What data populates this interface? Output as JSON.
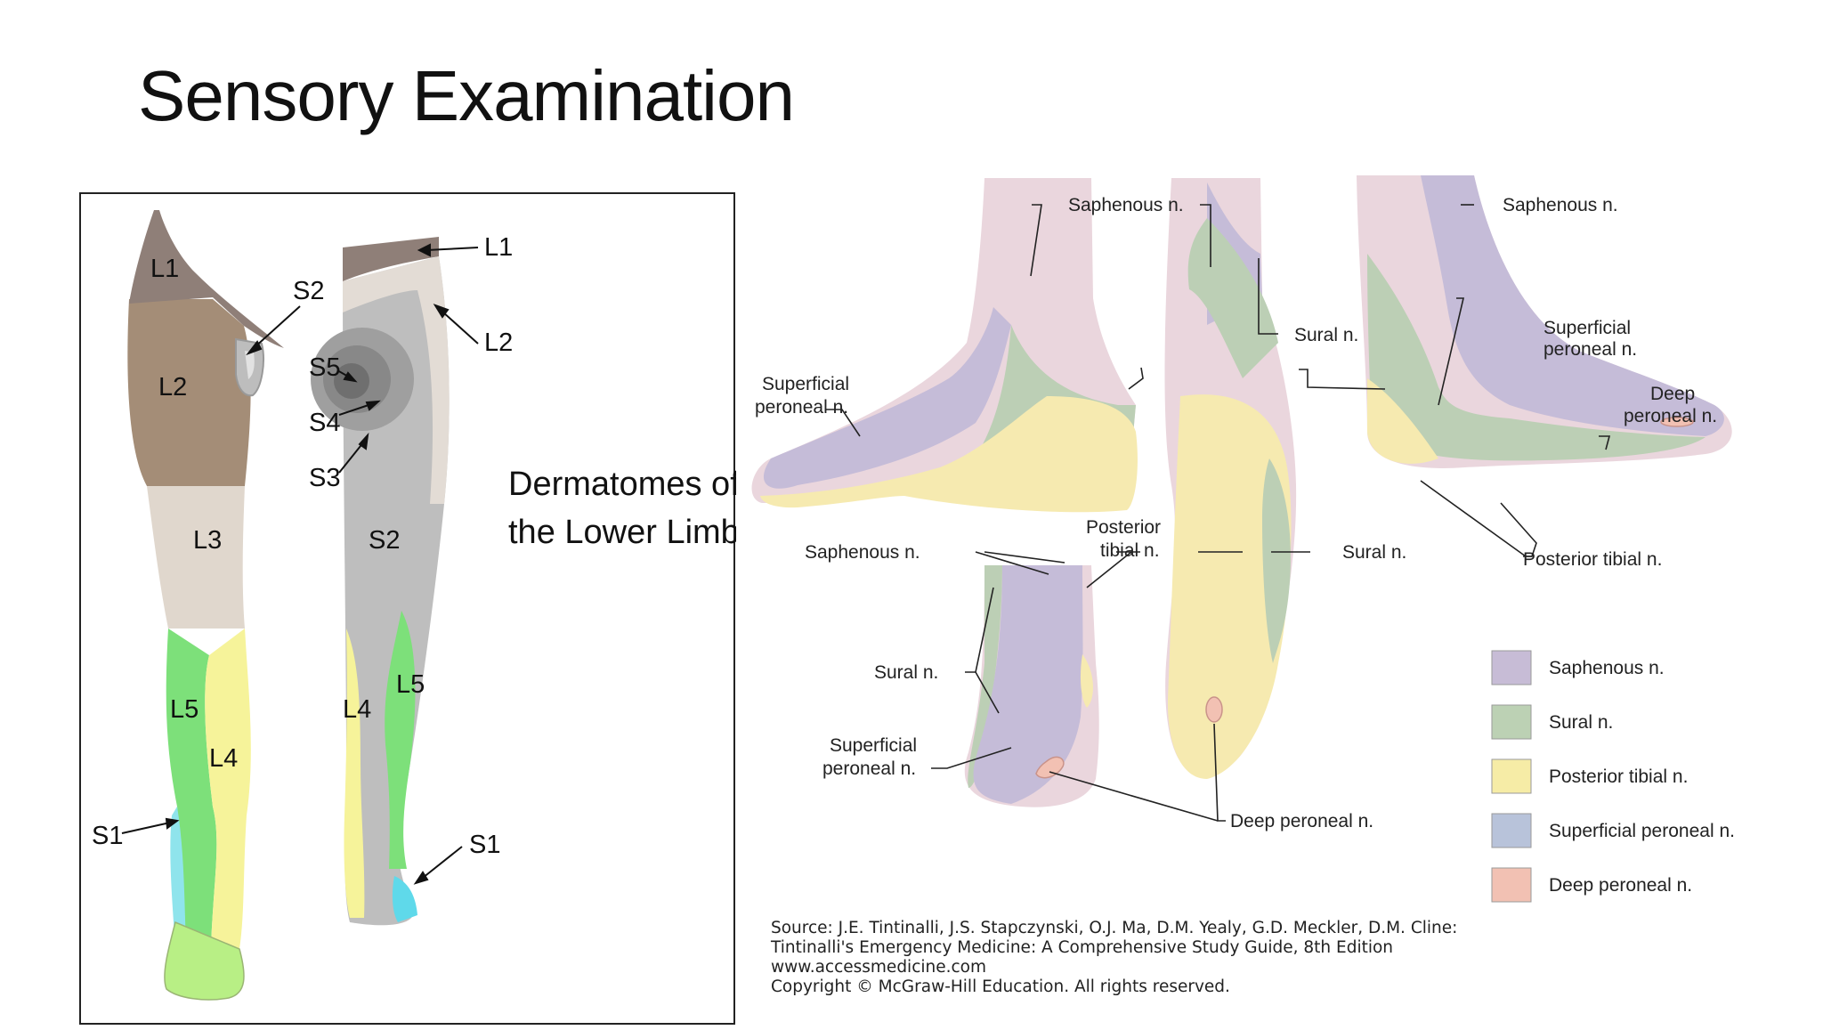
{
  "slide": {
    "title": "Sensory Examination"
  },
  "dermatomes": {
    "caption_line1": "Dermatomes of",
    "caption_line2": "the Lower Limb",
    "labels": {
      "L1_front": "L1",
      "S2_front": "S2",
      "L2_front": "L2",
      "L3": "L3",
      "L5_front": "L5",
      "L4_front": "L4",
      "S1_front": "S1",
      "L1_back": "L1",
      "L2_back": "L2",
      "S5": "S5",
      "S4": "S4",
      "S3": "S3",
      "S2_back": "S2",
      "L4_back": "L4",
      "L5_back": "L5",
      "S1_back": "S1"
    }
  },
  "foot": {
    "labels": {
      "saphenous_top_left": "Saphenous n.",
      "saphenous_top_right": "Saphenous n.",
      "superficial_left_1": "Superficial",
      "superficial_left_2": "peroneal n.",
      "sural_top": "Sural n.",
      "superficial_right_1": "Superficial",
      "superficial_right_2": "peroneal n.",
      "deep_right_1": "Deep",
      "deep_right_2": "peroneal n.",
      "posterior_tibial_1": "Posterior",
      "posterior_tibial_2": "tibial n.",
      "saphenous_mid": "Saphenous n.",
      "sural_mid": "Sural n.",
      "posterior_tibial_right": "Posterior tibial n.",
      "sural_low": "Sural n.",
      "superficial_low_1": "Superficial",
      "superficial_low_2": "peroneal n.",
      "deep_peroneal_low": "Deep peroneal n."
    },
    "legend": [
      {
        "label": "Saphenous n.",
        "color": "#c7bcd6"
      },
      {
        "label": "Sural n.",
        "color": "#bcd1b4"
      },
      {
        "label": "Posterior tibial n.",
        "color": "#f6eca6"
      },
      {
        "label": "Superficial peroneal n.",
        "color": "#b8c3da"
      },
      {
        "label": "Deep peroneal n.",
        "color": "#f2c1b3"
      }
    ],
    "source": [
      "Source: J.E. Tintinalli, J.S. Stapczynski, O.J. Ma, D.M. Yealy, G.D. Meckler, D.M. Cline:",
      "Tintinalli's Emergency Medicine: A Comprehensive Study Guide, 8th Edition",
      "www.accessmedicine.com",
      "Copyright © McGraw-Hill Education.  All rights reserved."
    ]
  }
}
